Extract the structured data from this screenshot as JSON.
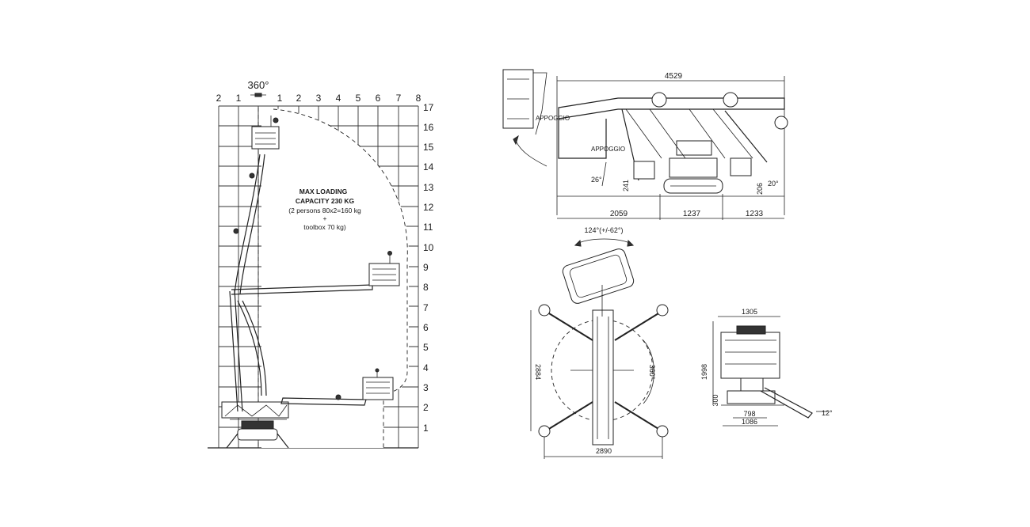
{
  "envelope": {
    "rotation_label": "360°",
    "x_ticks": [
      "2",
      "1",
      "1",
      "2",
      "3",
      "4",
      "5",
      "6",
      "7",
      "8"
    ],
    "y_ticks": [
      "1",
      "2",
      "3",
      "4",
      "5",
      "6",
      "7",
      "8",
      "9",
      "10",
      "11",
      "12",
      "13",
      "14",
      "15",
      "16",
      "17"
    ],
    "capacity_title_1": "MAX LOADING",
    "capacity_title_2": "CAPACITY 230 KG",
    "capacity_line_3": "(2 persons  80x2=160 kg",
    "capacity_line_4": "+",
    "capacity_line_5": "toolbox 70 kg)"
  },
  "side_view": {
    "total_length": "4529",
    "seg_1": "2059",
    "seg_2": "1237",
    "seg_3": "1233",
    "height_1": "241",
    "height_2": "206",
    "angle_left": "26°",
    "angle_right": "20°",
    "label_appoggio_1": "APPOGGIO",
    "label_appoggio_2": "APPOGGIO"
  },
  "top_view": {
    "basket_rotation": "124°(+/-62°)",
    "height": "2884",
    "width": "2890",
    "rotation": "360°"
  },
  "front_view": {
    "top_width": "1305",
    "height": "1998",
    "lower_height": "300",
    "track_width": "798",
    "base_width": "1086",
    "angle": "12°"
  }
}
